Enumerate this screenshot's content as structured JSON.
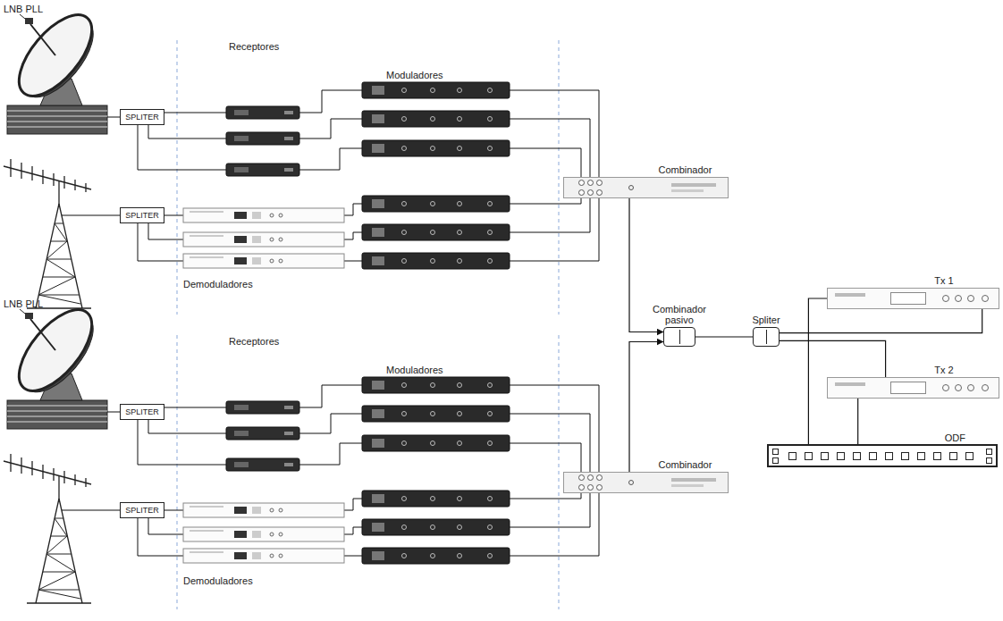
{
  "diagram": {
    "nodes": [
      {
        "text": [
          "SPLITER"
        ]
      },
      {
        "text": [
          "SPLITER"
        ]
      },
      {
        "text": [
          "Combinador"
        ]
      },
      {
        "text": [
          "SPLITER"
        ]
      },
      {
        "text": [
          "SPLITER"
        ]
      },
      {
        "text": [
          "Combinador"
        ]
      },
      {
        "text": [
          "Combinador pasivo"
        ]
      },
      {
        "text": [
          "Spliter"
        ]
      },
      {
        "text": [
          "Tx 1"
        ]
      },
      {
        "text": [
          "Tx 2"
        ]
      },
      {
        "text": [
          "ODF"
        ]
      }
    ],
    "edges": [
      {
        "from": 2,
        "to": 6,
        "arrow": "to"
      },
      {
        "from": 5,
        "to": 6,
        "arrow": "to"
      },
      {
        "from": 6,
        "to": 7,
        "arrow": "none"
      },
      {
        "from": 7,
        "to": 8,
        "arrow": "none"
      },
      {
        "from": 7,
        "to": 9,
        "arrow": "none"
      },
      {
        "from": 8,
        "to": 10,
        "arrow": "none"
      },
      {
        "from": 9,
        "to": 10,
        "arrow": "none"
      }
    ],
    "labels": [
      "LNB PLL",
      "Receptores",
      "Moduladores",
      "Demoduladores",
      "LNB PLL",
      "Receptores",
      "Moduladores",
      "Demoduladores"
    ]
  }
}
